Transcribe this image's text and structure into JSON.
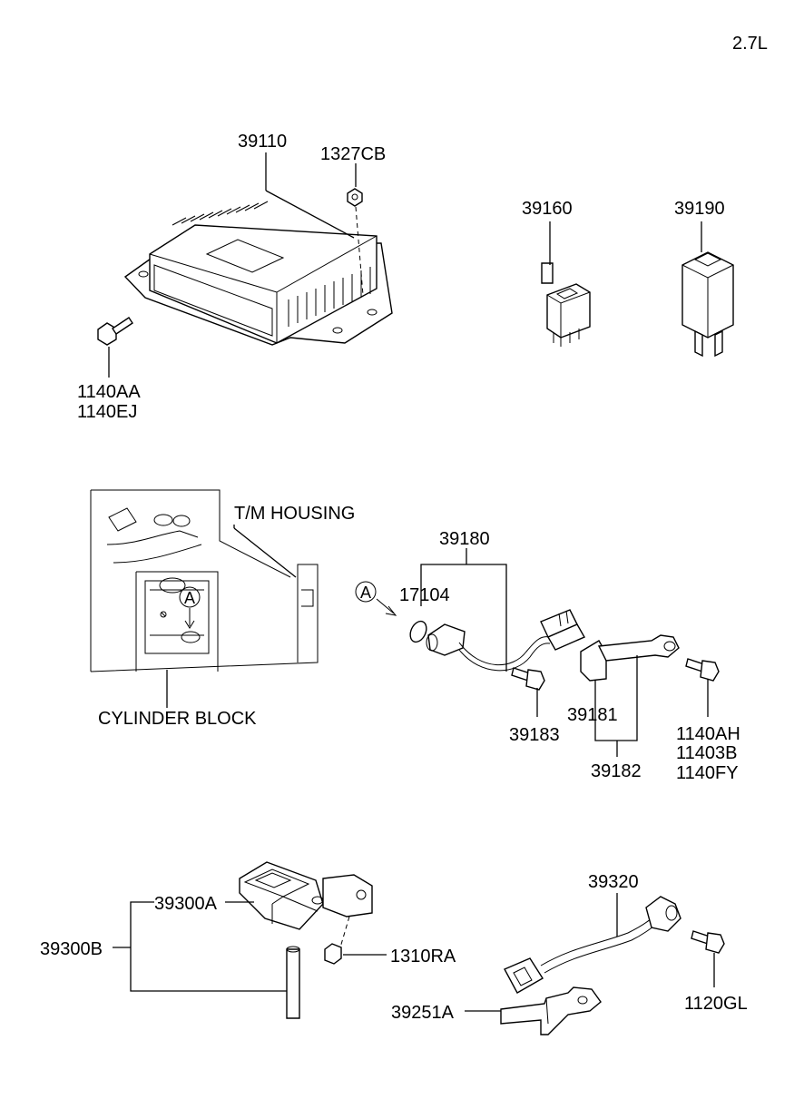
{
  "engine_label": "2.7L",
  "labels": {
    "ecm": "39110",
    "nut_1327cb": "1327CB",
    "ecm_bolts_line1": "1140AA",
    "ecm_bolts_line2": "1140EJ",
    "relay_39160": "39160",
    "relay_39190": "39190",
    "tm_housing": "T/M HOUSING",
    "cylinder_block": "CYLINDER BLOCK",
    "view_a_marker": "A",
    "view_a_ref": "A",
    "sensor_assembly": "39180",
    "o_ring": "17104",
    "bolt_39183": "39183",
    "bracket_39181": "39181",
    "bracket_39182": "39182",
    "bolt_line1": "1140AH",
    "bolt_line2": "11403B",
    "bolt_line3": "1140FY",
    "map_sensor_a": "39300A",
    "map_sensor_b": "39300B",
    "nut_1310ra": "1310RA",
    "knock_sensor": "39320",
    "knock_bolt": "1120GL",
    "knock_bracket": "39251A"
  }
}
